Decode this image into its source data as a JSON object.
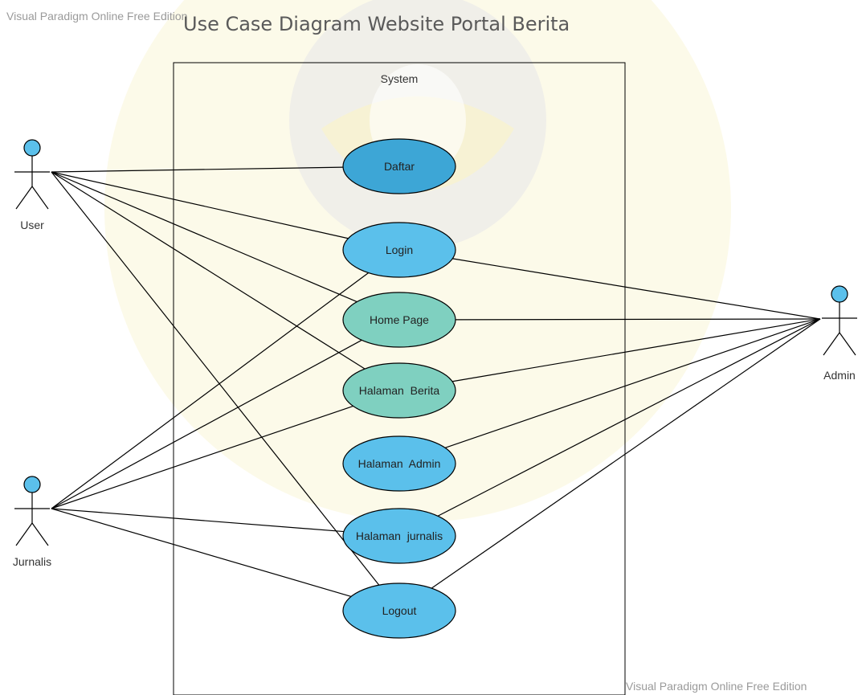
{
  "watermark_top": "Visual Paradigm Online Free Edition",
  "watermark_bottom": "Visual Paradigm Online Free Edition",
  "diagram_title": "Use Case Diagram Website Portal Berita",
  "system_label": "System",
  "colors": {
    "actor_fill": "#5bc0eb",
    "uc_light": "#5bc0eb",
    "uc_dark": "#3da6d6",
    "uc_teal": "#7fd0c0",
    "line": "#000000",
    "emblem": "#f3e9a6",
    "emblem_gray": "#d7d7d7"
  },
  "actors": [
    {
      "id": "user",
      "label": "User"
    },
    {
      "id": "jurnalis",
      "label": "Jurnalis"
    },
    {
      "id": "admin",
      "label": "Admin"
    }
  ],
  "use_cases": [
    {
      "id": "daftar",
      "label": "Daftar",
      "color": "#3da6d6"
    },
    {
      "id": "login",
      "label": "Login",
      "color": "#5bc0eb"
    },
    {
      "id": "homepage",
      "label": "Home Page",
      "color": "#7fd0c0"
    },
    {
      "id": "halaman_berita",
      "label": "Halaman  Berita",
      "color": "#7fd0c0"
    },
    {
      "id": "halaman_admin",
      "label": "Halaman  Admin",
      "color": "#5bc0eb"
    },
    {
      "id": "halaman_jurnalis",
      "label": "Halaman  jurnalis",
      "color": "#5bc0eb"
    },
    {
      "id": "logout",
      "label": "Logout",
      "color": "#5bc0eb"
    }
  ],
  "associations": [
    {
      "actor": "user",
      "use_case": "daftar"
    },
    {
      "actor": "user",
      "use_case": "login"
    },
    {
      "actor": "user",
      "use_case": "homepage"
    },
    {
      "actor": "user",
      "use_case": "halaman_berita"
    },
    {
      "actor": "user",
      "use_case": "logout"
    },
    {
      "actor": "jurnalis",
      "use_case": "login"
    },
    {
      "actor": "jurnalis",
      "use_case": "homepage"
    },
    {
      "actor": "jurnalis",
      "use_case": "halaman_berita"
    },
    {
      "actor": "jurnalis",
      "use_case": "halaman_jurnalis"
    },
    {
      "actor": "jurnalis",
      "use_case": "logout"
    },
    {
      "actor": "admin",
      "use_case": "login"
    },
    {
      "actor": "admin",
      "use_case": "homepage"
    },
    {
      "actor": "admin",
      "use_case": "halaman_berita"
    },
    {
      "actor": "admin",
      "use_case": "halaman_admin"
    },
    {
      "actor": "admin",
      "use_case": "halaman_jurnalis"
    },
    {
      "actor": "admin",
      "use_case": "logout"
    }
  ]
}
